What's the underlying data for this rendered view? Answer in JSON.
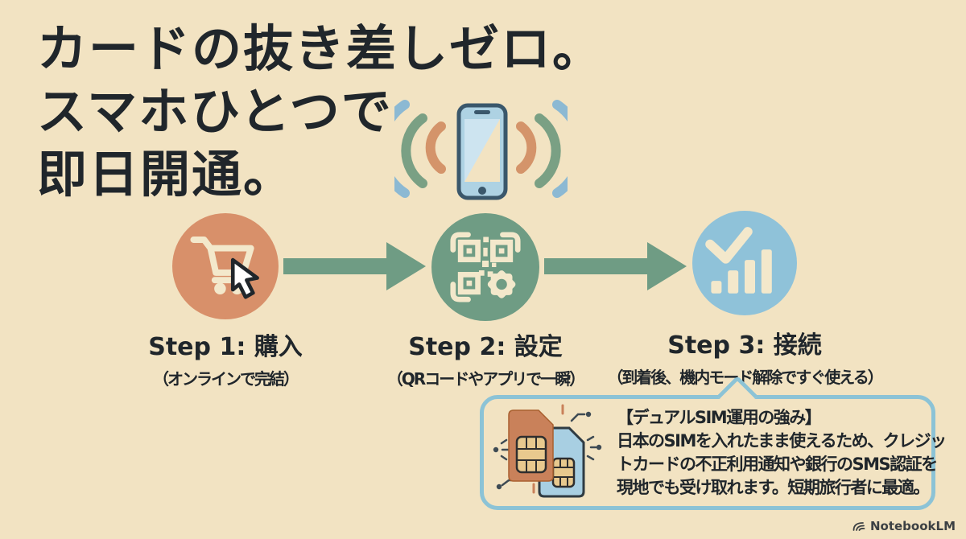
{
  "title": {
    "lines": [
      "カードの抜き差しゼロ。",
      "スマホひとつで",
      "即日開通。"
    ]
  },
  "steps": [
    {
      "label": "Step 1: 購入",
      "sub": "（オンラインで完結）",
      "icon": "shopping-cart-with-cursor",
      "circle_color": "#d8906a"
    },
    {
      "label": "Step 2: 設定",
      "sub": "（QRコードやアプリで一瞬）",
      "icon": "qr-code-with-gear",
      "circle_color": "#6f9c84"
    },
    {
      "label": "Step 3: 接続",
      "sub": "（到着後、機内モード解除ですぐ使える）",
      "icon": "checkmark-with-signal-bars",
      "circle_color": "#8fc2d9"
    }
  ],
  "callout": {
    "heading": "【デュアルSIM運用の強み】",
    "body_lines": [
      "日本のSIMを入れたまま使えるため、クレジッ",
      "トカードの不正利用通知や銀行のSMS認証を",
      "現地でも受け取れます。短期旅行者に最適。"
    ],
    "border_color": "#8cc3d6",
    "icon": "dual-sim-cards"
  },
  "hero_icon": "smartphone-with-signal-waves",
  "watermark": {
    "label": "NotebookLM",
    "icon": "notebooklm-logo"
  },
  "colors": {
    "background": "#f2e3c2",
    "ink": "#20262b",
    "orange": "#d8906a",
    "green": "#6f9c84",
    "blue": "#8fc2d9",
    "cream_icon": "#f3e8cb",
    "phone_outline": "#3a576b",
    "sim_orange": "#c9815a",
    "sim_blue": "#a8cfe2",
    "chip_gold": "#e8c98e",
    "watermark_gray": "#3c4043"
  }
}
